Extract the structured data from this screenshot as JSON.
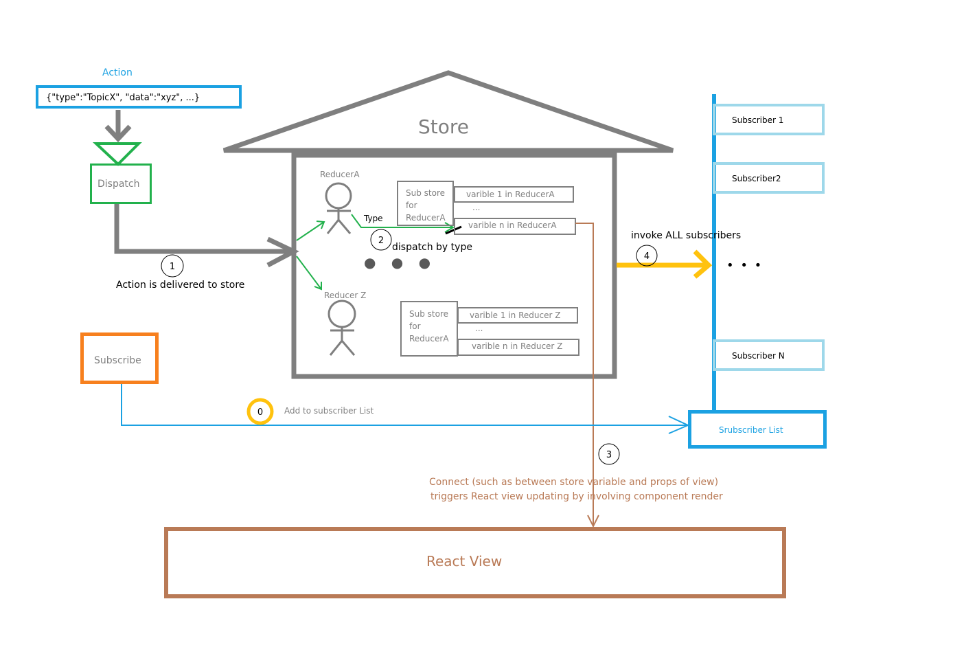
{
  "action": {
    "label": "Action",
    "json_text": "{\"type\":\"TopicX\", \"data\":\"xyz\", ...}"
  },
  "dispatch": {
    "label": "Dispatch"
  },
  "store": {
    "title": "Store",
    "reducer_a": {
      "name": "ReducerA",
      "substore_label": "Sub store\nfor\nReducerA",
      "var_first": "varible 1 in ReducerA",
      "ellipsis": "...",
      "var_last": "varible n in ReducerA"
    },
    "reducer_z": {
      "name": "Reducer Z",
      "substore_label": "Sub store\nfor\nReducerA",
      "var_first": "varible 1 in  Reducer Z",
      "ellipsis": "...",
      "var_last": "varible n in  Reducer Z"
    },
    "type_label": "Type",
    "dispatch_by_type": "dispatch by type",
    "more_reducers": "● ● ●"
  },
  "steps": {
    "s0": "0",
    "s0_label": "Add to subscriber List",
    "s1": "1",
    "s1_label": "Action is delivered to store",
    "s2": "2",
    "s3": "3",
    "s3_label_line1": "Connect (such as between store variable and props of view)",
    "s3_label_line2": "triggers React view updating by involving component render",
    "s4": "4",
    "s4_label": "invoke ALL subscribers"
  },
  "subscribe": {
    "label": "Subscribe"
  },
  "subscribers": {
    "items": [
      "Subscriber 1",
      "Subscriber2",
      "Subscriber  N"
    ],
    "ellipsis": "• • •",
    "list_label": "Srubscriber List"
  },
  "react_view": {
    "label": "React View"
  },
  "colors": {
    "gray": "#7f7f7f",
    "blue": "#1ba1e2",
    "light_blue": "#9ed8ea",
    "green": "#22b14c",
    "orange": "#f7801e",
    "yellow": "#ffc20e",
    "brown": "#b97a56"
  }
}
